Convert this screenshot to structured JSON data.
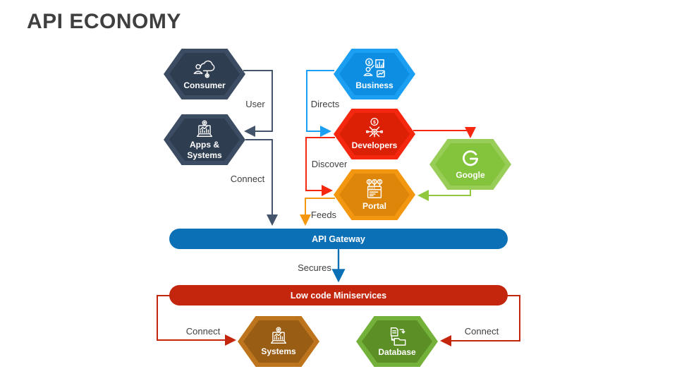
{
  "title": {
    "text": "API ECONOMY",
    "color": "#3F3F3F"
  },
  "nodes": {
    "consumer": {
      "label": "Consumer",
      "outer_color": "#3C4C62",
      "inner_color": "#2F3D50",
      "icon": "person-cloud-icon"
    },
    "business": {
      "label": "Business",
      "outer_color": "#1B9FF2",
      "inner_color": "#0D8EE3",
      "icon": "business-analytics-icon"
    },
    "apps_systems": {
      "label_line1": "Apps &",
      "label_line2": "Systems",
      "outer_color": "#3C4C62",
      "inner_color": "#2F3D50",
      "icon": "laptop-chart-icon"
    },
    "developers": {
      "label": "Developers",
      "outer_color": "#F5270E",
      "inner_color": "#DC2005",
      "icon": "coin-circuit-icon"
    },
    "google": {
      "label": "Google",
      "outer_color": "#98CD58",
      "inner_color": "#84C43C",
      "icon": "google-g-icon"
    },
    "portal": {
      "label": "Portal",
      "outer_color": "#F2970F",
      "inner_color": "#DE8609",
      "icon": "browser-coins-icon"
    },
    "systems": {
      "label": "Systems",
      "outer_color": "#BE741D",
      "inner_color": "#9A5D14",
      "icon": "laptop-chart-icon"
    },
    "database": {
      "label": "Database",
      "outer_color": "#74B13A",
      "inner_color": "#5C8F26",
      "icon": "documents-folder-icon"
    }
  },
  "bars": {
    "api_gateway": {
      "label": "API Gateway",
      "color": "#0C70B6"
    },
    "low_code": {
      "label": "Low code Miniservices",
      "color": "#C3260C"
    }
  },
  "connections": [
    {
      "from": "Consumer",
      "to": "Apps & Systems",
      "label": "User",
      "color": "#44546A"
    },
    {
      "from": "Business",
      "to": "Developers",
      "label": "Directs",
      "color": "#1B9FF2"
    },
    {
      "from": "Apps & Systems",
      "to": "API Gateway",
      "label": "Connect",
      "color": "#44546A"
    },
    {
      "from": "Developers",
      "to": "Portal",
      "label": "Discover",
      "color": "#F5270E"
    },
    {
      "from": "Portal",
      "to": "API Gateway",
      "label": "Feeds",
      "color": "#F2970F"
    },
    {
      "from": "Developers",
      "to": "Google",
      "label": "",
      "color": "#F5270E"
    },
    {
      "from": "Google",
      "to": "Portal",
      "label": "",
      "color": "#92C83E"
    },
    {
      "from": "API Gateway",
      "to": "Low code Miniservices",
      "label": "Secures",
      "color": "#0C70B6"
    },
    {
      "from": "Low code Miniservices",
      "to": "Systems",
      "label": "Connect",
      "color": "#C3260C"
    },
    {
      "from": "Low code Miniservices",
      "to": "Database",
      "label": "Connect",
      "color": "#C3260C"
    }
  ]
}
